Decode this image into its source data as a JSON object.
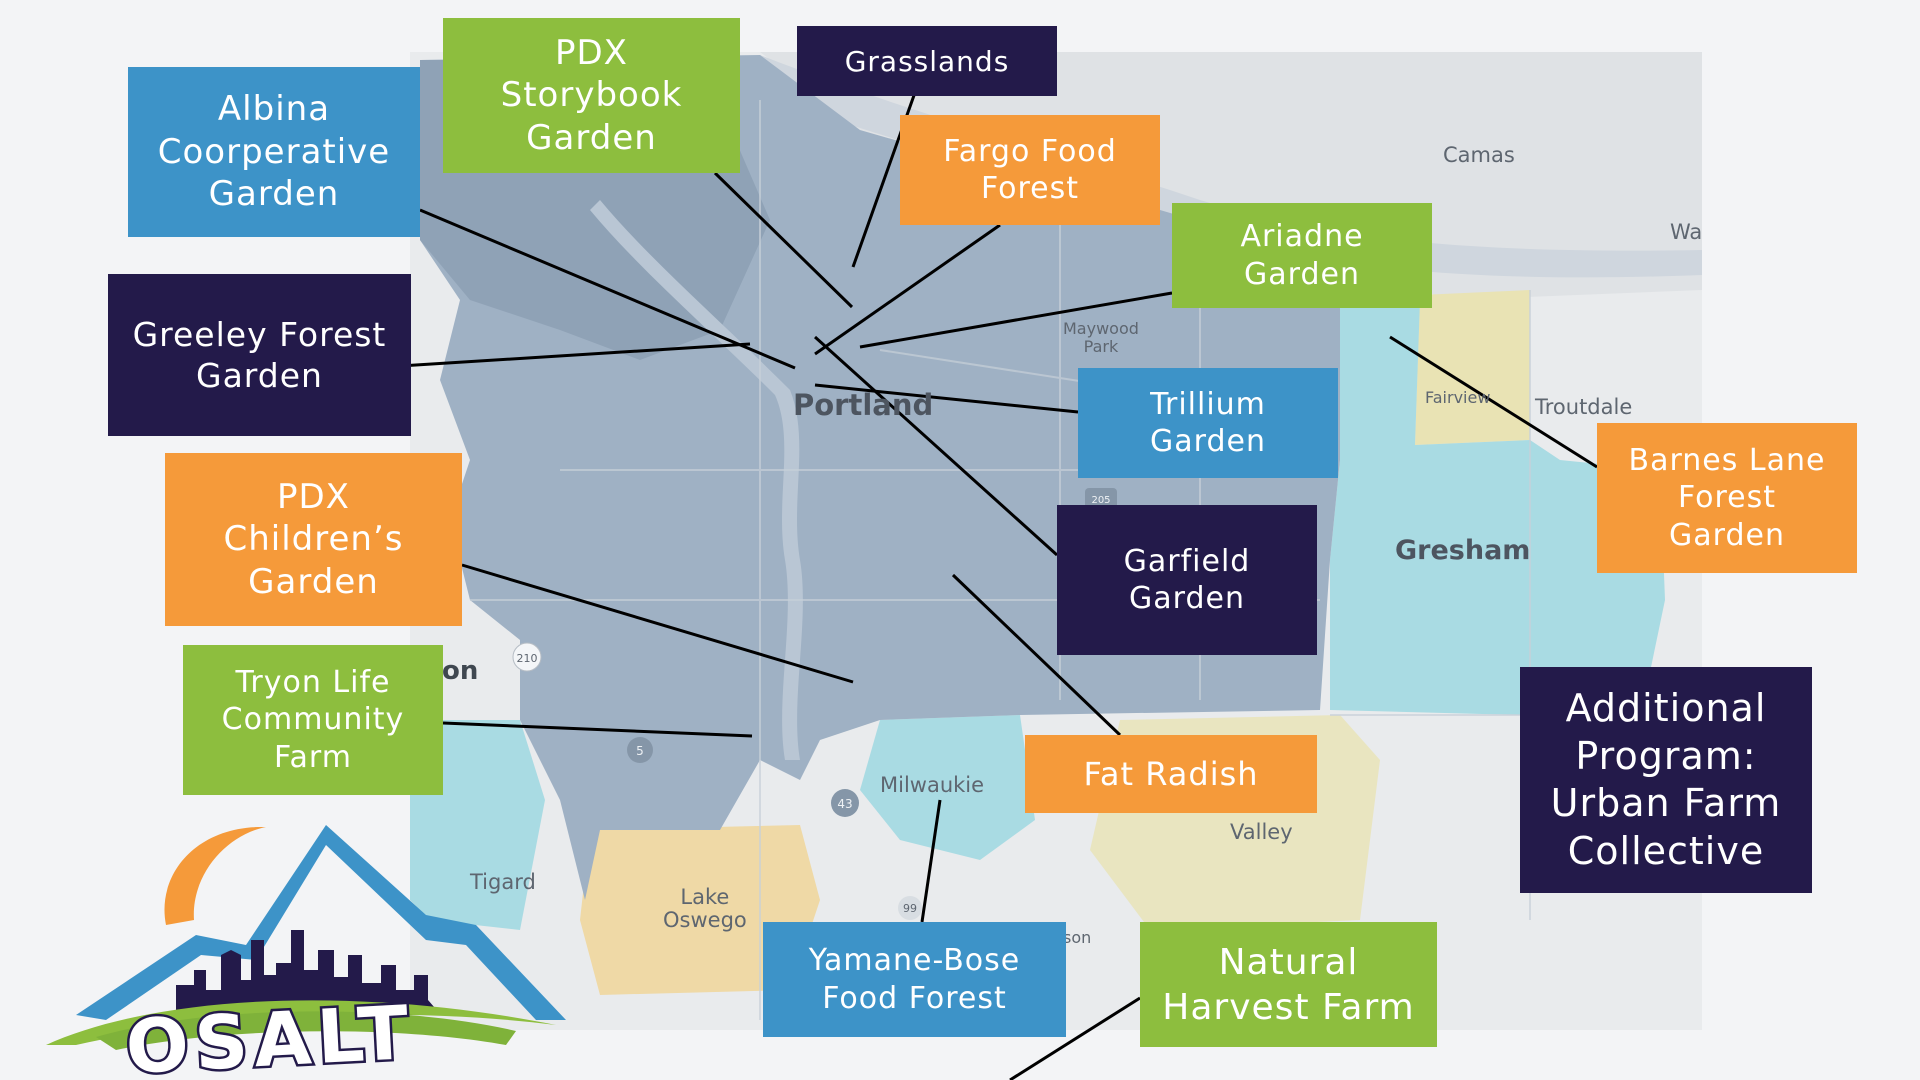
{
  "map": {
    "place_names": {
      "portland": "Portland",
      "camas": "Camas",
      "wa": "Wa",
      "maywood_park": "Maywood\nPark",
      "fairview": "Fairview",
      "troutdale": "Troutdale",
      "gresham": "Gresham",
      "milwaukie": "Milwaukie",
      "tigard": "Tigard",
      "lake_oswego": "Lake\nOswego",
      "valley": "Valley",
      "on_left": "on",
      "on_bottom": "son"
    },
    "route_shields": [
      "210",
      "5",
      "43",
      "99",
      "205"
    ]
  },
  "labels": {
    "albina": "Albina\nCoorperative\nGarden",
    "pdx_storybook": "PDX\nStorybook\nGarden",
    "grasslands": "Grasslands",
    "fargo": "Fargo Food\nForest",
    "ariadne": "Ariadne\nGarden",
    "greeley": "Greeley Forest\nGarden",
    "trillium": "Trillium\nGarden",
    "pdx_children": "PDX\nChildren’s\nGarden",
    "garfield": "Garfield\nGarden",
    "barnes": "Barnes Lane\nForest\nGarden",
    "tryon": "Tryon Life\nCommunity\nFarm",
    "fat_radish": "Fat Radish",
    "additional": "Additional\nProgram:\nUrban Farm\nCollective",
    "yamane": "Yamane-Bose\nFood Forest",
    "natural_harvest": "Natural\nHarvest Farm"
  },
  "logo": {
    "text": "OSALT"
  },
  "colors": {
    "green": "#8dbe3e",
    "orange": "#f59a3a",
    "blue": "#3d93c8",
    "navy": "#231a4a",
    "portland_area": "#9fb1c4",
    "teal_area": "#a9dbe3",
    "yellow_area": "#e9e3b4",
    "tan_area": "#efd9a6"
  }
}
